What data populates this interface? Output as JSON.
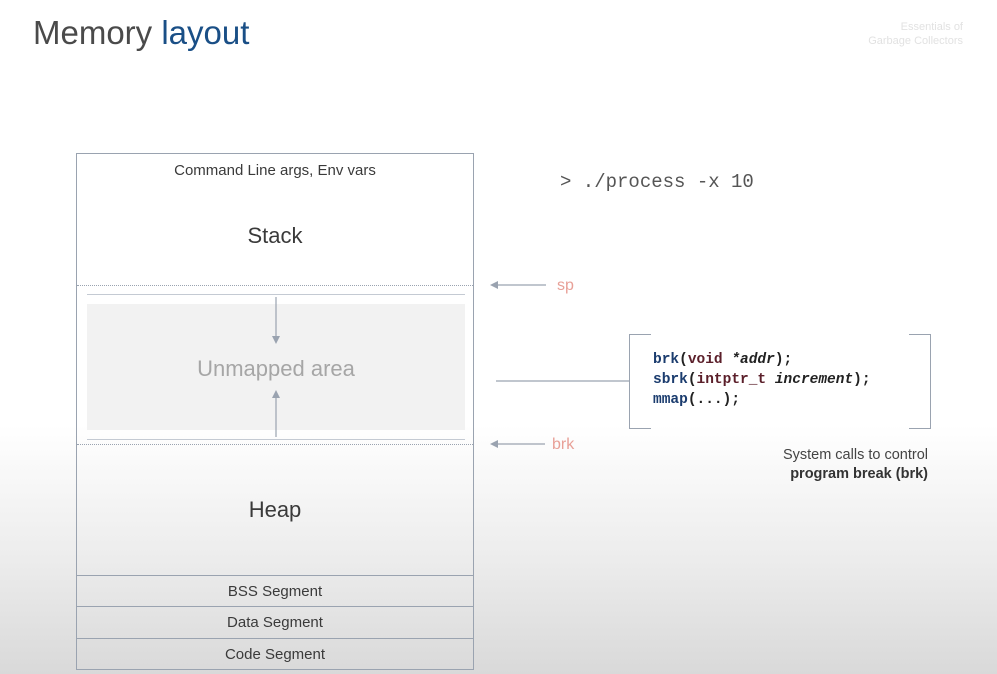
{
  "slide": {
    "title_main": "Memory ",
    "title_accent": "layout",
    "watermark_line1": "Essentials of",
    "watermark_line2": "Garbage Collectors"
  },
  "memory": {
    "args": "Command Line args, Env vars",
    "stack": "Stack",
    "unmapped": "Unmapped area",
    "heap": "Heap",
    "bss": "BSS Segment",
    "data": "Data Segment",
    "code": "Code Segment"
  },
  "pointers": {
    "sp": "sp",
    "brk": "brk"
  },
  "command": "> ./process -x 10",
  "syscalls": {
    "line1": {
      "name": "brk",
      "open": "(",
      "type": "void",
      "arg": " *addr",
      "close": ");"
    },
    "line2": {
      "name": "sbrk",
      "open": "(",
      "type": "intptr_t",
      "arg": " increment",
      "close": ");"
    },
    "line3": {
      "name": "mmap",
      "rest": "(...);"
    }
  },
  "caption": {
    "line1": "System calls to control",
    "line2": "program break (brk)"
  },
  "colors": {
    "accent": "#1a4f86",
    "pointer_label": "#e8a097",
    "border": "#9aa3b0"
  }
}
